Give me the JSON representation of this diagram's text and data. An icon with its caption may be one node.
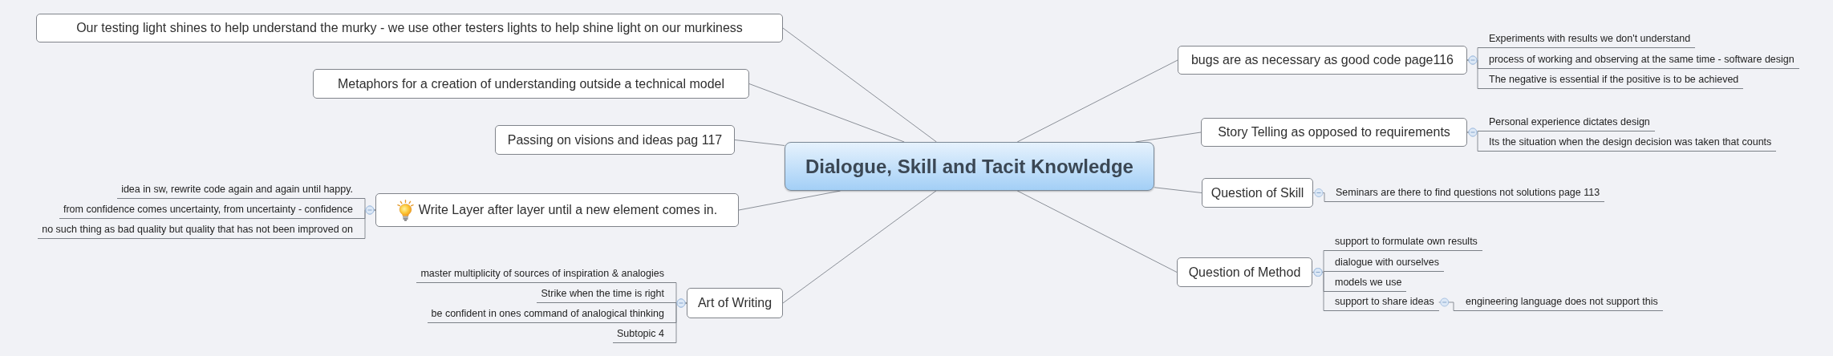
{
  "diagram": {
    "nodes": [
      {
        "text": [
          "Dialogue, Skill and Tacit Knowledge"
        ]
      },
      {
        "text": [
          "Our testing light shines to help understand the murky - we use other testers lights to help shine light on our murkiness"
        ]
      },
      {
        "text": [
          "Metaphors for a creation of understanding outside a technical model"
        ]
      },
      {
        "text": [
          "Passing on visions and ideas pag 117"
        ]
      },
      {
        "text": [
          "Write Layer after layer until a new element comes in."
        ]
      },
      {
        "text": [
          "idea in sw, rewrite code again and again until happy."
        ]
      },
      {
        "text": [
          "from confidence comes uncertainty, from uncertainty - confidence"
        ]
      },
      {
        "text": [
          "no such thing as bad quality but quality that has not been improved on"
        ]
      },
      {
        "text": [
          "Art of Writing"
        ]
      },
      {
        "text": [
          "master multiplicity of sources of inspiration & analogies"
        ]
      },
      {
        "text": [
          "Strike when the time is right"
        ]
      },
      {
        "text": [
          "be confident in ones command of analogical thinking"
        ]
      },
      {
        "text": [
          "Subtopic 4"
        ]
      },
      {
        "text": [
          "bugs are as necessary as good code page116"
        ]
      },
      {
        "text": [
          "Experiments with results we don't understand"
        ]
      },
      {
        "text": [
          "process of working and observing at the same time - software design"
        ]
      },
      {
        "text": [
          "The negative is essential if the positive is to be achieved"
        ]
      },
      {
        "text": [
          "Story Telling as opposed to requirements"
        ]
      },
      {
        "text": [
          "Personal experience dictates design"
        ]
      },
      {
        "text": [
          "Its the situation when the design decision was taken that counts"
        ]
      },
      {
        "text": [
          "Question of Skill"
        ]
      },
      {
        "text": [
          "Seminars are there to find questions not solutions page 113"
        ]
      },
      {
        "text": [
          "Question of Method"
        ]
      },
      {
        "text": [
          "support to formulate own results"
        ]
      },
      {
        "text": [
          "dialogue with ourselves"
        ]
      },
      {
        "text": [
          "models we use"
        ]
      },
      {
        "text": [
          "support to share ideas"
        ]
      },
      {
        "text": [
          "engineering language does not support this"
        ]
      }
    ],
    "edges": [
      {
        "from": 0,
        "to": 1,
        "arrow": "none"
      },
      {
        "from": 0,
        "to": 2,
        "arrow": "none"
      },
      {
        "from": 0,
        "to": 3,
        "arrow": "none"
      },
      {
        "from": 0,
        "to": 4,
        "arrow": "none"
      },
      {
        "from": 4,
        "to": 5,
        "arrow": "other"
      },
      {
        "from": 4,
        "to": 6,
        "arrow": "other"
      },
      {
        "from": 4,
        "to": 7,
        "arrow": "other"
      },
      {
        "from": 0,
        "to": 8,
        "arrow": "none"
      },
      {
        "from": 8,
        "to": 9,
        "arrow": "other"
      },
      {
        "from": 8,
        "to": 10,
        "arrow": "other"
      },
      {
        "from": 8,
        "to": 11,
        "arrow": "other"
      },
      {
        "from": 8,
        "to": 12,
        "arrow": "other"
      },
      {
        "from": 0,
        "to": 13,
        "arrow": "none"
      },
      {
        "from": 13,
        "to": 14,
        "arrow": "other"
      },
      {
        "from": 13,
        "to": 15,
        "arrow": "other"
      },
      {
        "from": 13,
        "to": 16,
        "arrow": "other"
      },
      {
        "from": 0,
        "to": 17,
        "arrow": "none"
      },
      {
        "from": 17,
        "to": 18,
        "arrow": "other"
      },
      {
        "from": 17,
        "to": 19,
        "arrow": "other"
      },
      {
        "from": 0,
        "to": 20,
        "arrow": "none"
      },
      {
        "from": 20,
        "to": 21,
        "arrow": "other"
      },
      {
        "from": 0,
        "to": 22,
        "arrow": "none"
      },
      {
        "from": 22,
        "to": 23,
        "arrow": "other"
      },
      {
        "from": 22,
        "to": 24,
        "arrow": "other"
      },
      {
        "from": 22,
        "to": 25,
        "arrow": "other"
      },
      {
        "from": 22,
        "to": 26,
        "arrow": "other"
      },
      {
        "from": 26,
        "to": 27,
        "arrow": "other"
      }
    ]
  }
}
